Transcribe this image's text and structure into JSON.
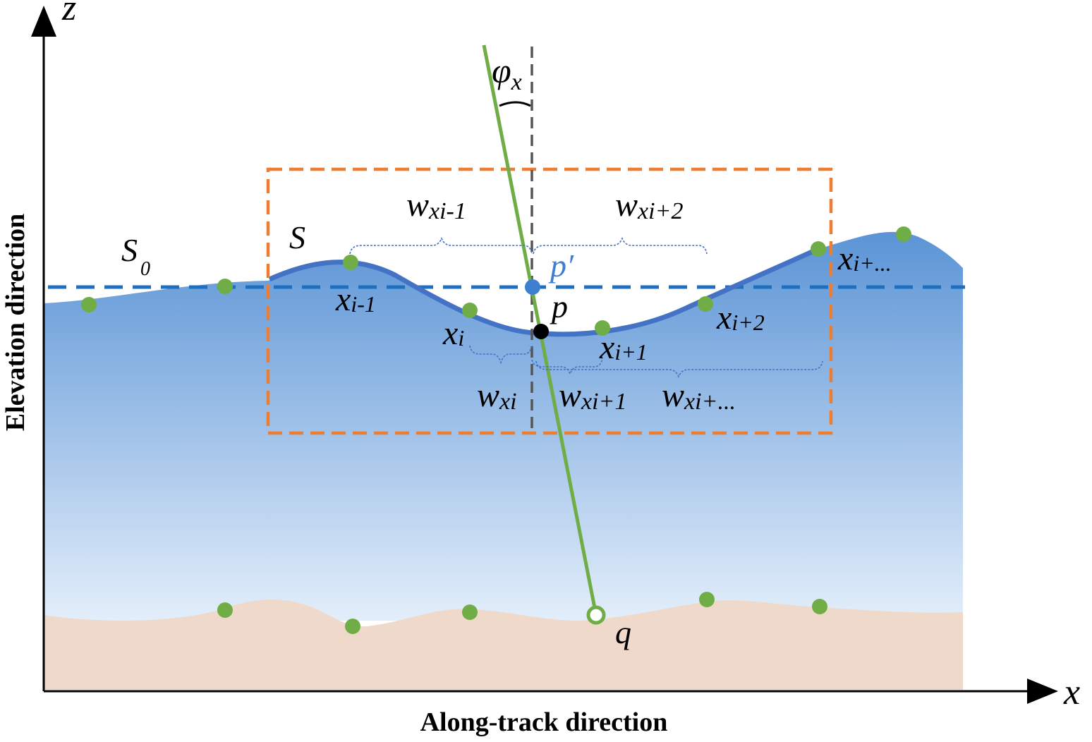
{
  "axes": {
    "z_label": "z",
    "x_label": "x",
    "y_title": "Elevation direction",
    "x_title": "Along-track direction"
  },
  "labels": {
    "angle": "φ",
    "angle_sub": "x",
    "s0_main": "S",
    "s0_sub": "0",
    "s": "S",
    "p_prime": "p′",
    "p": "p",
    "q": "q",
    "x_base": "x",
    "x_im1_sub": "i-1",
    "x_i_sub": "i",
    "x_ip1_sub": "i+1",
    "x_ip2_sub": "i+2",
    "x_ietc_sub": "i+...",
    "w_base": "w",
    "w_im1_sub": "xi-1",
    "w_ip2_sub": "xi+2",
    "w_i_sub": "xi",
    "w_ip1_sub": "xi+1",
    "w_ietc_sub": "xi+..."
  },
  "colors": {
    "water_top": "#5b94d6",
    "water_bottom": "#e3eefa",
    "seabed": "#efd9ca",
    "surface_line": "#4472c4",
    "mean_level": "#1f6fc0",
    "box": "#ed7d31",
    "ray": "#70ad47",
    "points": "#70ad47",
    "p_prime": "#3f7fd1",
    "brace": "#4472c4"
  }
}
